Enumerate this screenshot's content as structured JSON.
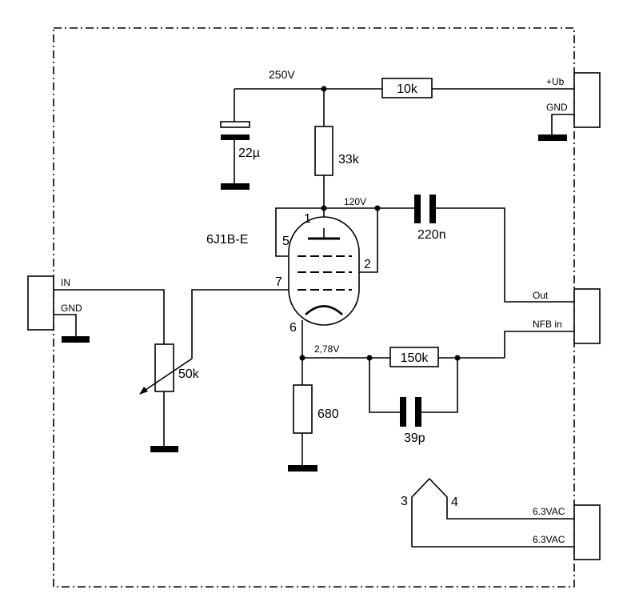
{
  "schematic": {
    "components": {
      "r_supply": "10k",
      "c_supply": "22µ",
      "r_plate": "33k",
      "c_out": "220n",
      "tube": "6J1B-E",
      "pot": "50k",
      "r_cathode": "680",
      "r_fb": "150k",
      "c_fb": "39p"
    },
    "voltages": {
      "supply": "250V",
      "plate": "120V",
      "cathode": "2,78V"
    },
    "pins": {
      "p1": "1",
      "p5": "5",
      "p2": "2",
      "p7": "7",
      "p6": "6",
      "p3": "3",
      "p4": "4"
    },
    "connectors": {
      "supply_pos": "+Ub",
      "supply_gnd": "GND",
      "in": "IN",
      "in_gnd": "GND",
      "out": "Out",
      "nfb": "NFB in",
      "heater1": "6.3VAC",
      "heater2": "6.3VAC"
    }
  }
}
